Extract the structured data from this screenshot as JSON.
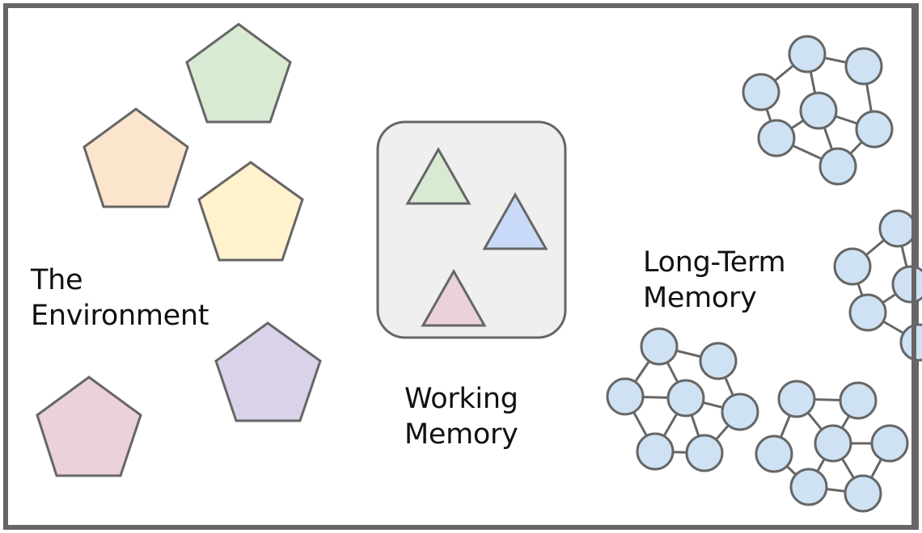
{
  "labels": {
    "environment": {
      "line1": "The",
      "line2": "Environment"
    },
    "working_memory": {
      "line1": "Working",
      "line2": "Memory"
    },
    "long_term_memory": {
      "line1": "Long-Term",
      "line2": "Memory"
    }
  },
  "environment_pentagons": [
    {
      "name": "pentagon-green",
      "fill": "#d9ead3"
    },
    {
      "name": "pentagon-orange",
      "fill": "#fce5cd"
    },
    {
      "name": "pentagon-yellow",
      "fill": "#fff2cc"
    },
    {
      "name": "pentagon-purple",
      "fill": "#d9d2e9"
    },
    {
      "name": "pentagon-pink",
      "fill": "#ead1dc"
    }
  ],
  "working_memory_triangles": [
    {
      "name": "triangle-green",
      "fill": "#d9ead3"
    },
    {
      "name": "triangle-blue",
      "fill": "#c9daf8"
    },
    {
      "name": "triangle-pink",
      "fill": "#ead1dc"
    }
  ],
  "colors": {
    "stroke": "#666666",
    "frame": "#666666",
    "node_fill": "#cfe2f3",
    "box_fill": "#efefef"
  }
}
